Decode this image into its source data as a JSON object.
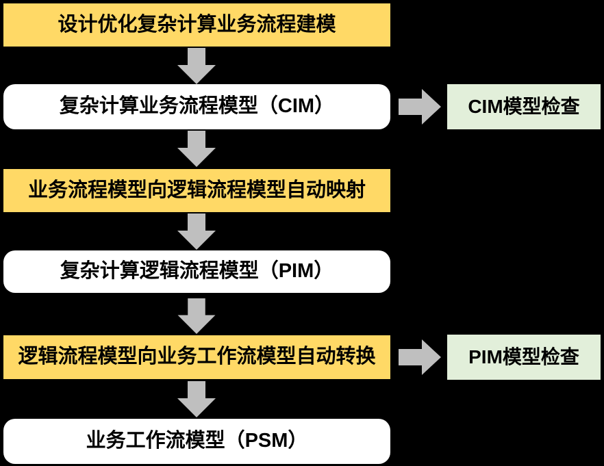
{
  "flowchart": {
    "background_color": "#000000",
    "colors": {
      "process_box_fill": "#FFD966",
      "artifact_box_fill": "#FFFFFF",
      "check_box_fill": "#E2EFDA",
      "arrow_fill": "#BFBFBF",
      "text_color": "#000000"
    },
    "main_nodes": [
      {
        "id": "design-modeling",
        "type": "process",
        "label": "设计优化复杂计算业务流程建模"
      },
      {
        "id": "cim-model",
        "type": "artifact",
        "label": "复杂计算业务流程模型（CIM）"
      },
      {
        "id": "cim-to-pim-map",
        "type": "process",
        "label": "业务流程模型向逻辑流程模型自动映射"
      },
      {
        "id": "pim-model",
        "type": "artifact",
        "label": "复杂计算逻辑流程模型（PIM）"
      },
      {
        "id": "pim-to-psm-trans",
        "type": "process",
        "label": "逻辑流程模型向业务工作流模型自动转换"
      },
      {
        "id": "psm-model",
        "type": "artifact",
        "label": "业务工作流模型（PSM）"
      }
    ],
    "side_nodes": [
      {
        "id": "cim-check",
        "type": "check",
        "label": "CIM模型检查"
      },
      {
        "id": "pim-check",
        "type": "check",
        "label": "PIM模型检查"
      }
    ],
    "connections": [
      {
        "from": "design-modeling",
        "to": "cim-model",
        "direction": "down"
      },
      {
        "from": "cim-model",
        "to": "cim-check",
        "direction": "right"
      },
      {
        "from": "cim-model",
        "to": "cim-to-pim-map",
        "direction": "down"
      },
      {
        "from": "cim-to-pim-map",
        "to": "pim-model",
        "direction": "down"
      },
      {
        "from": "pim-model",
        "to": "pim-to-psm-trans",
        "direction": "down"
      },
      {
        "from": "pim-to-psm-trans",
        "to": "pim-check",
        "direction": "right"
      },
      {
        "from": "pim-to-psm-trans",
        "to": "psm-model",
        "direction": "down"
      }
    ]
  }
}
